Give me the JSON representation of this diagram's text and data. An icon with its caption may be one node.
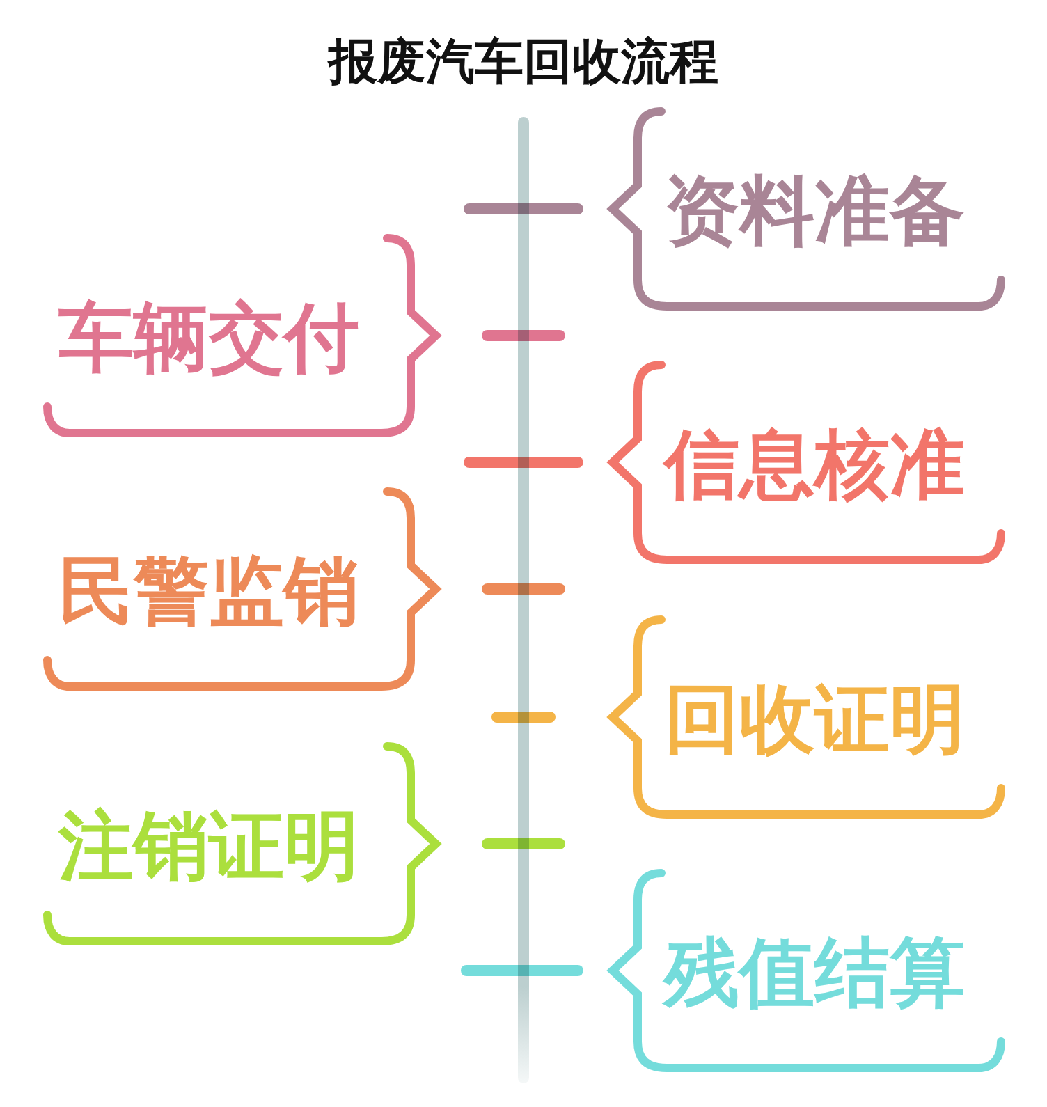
{
  "diagram": {
    "title": "报废汽车回收流程",
    "nodes": [
      {
        "text": [
          "资料准备"
        ]
      },
      {
        "text": [
          "车辆交付"
        ]
      },
      {
        "text": [
          "信息核准"
        ]
      },
      {
        "text": [
          "民警监销"
        ]
      },
      {
        "text": [
          "回收证明"
        ]
      },
      {
        "text": [
          "注销证明"
        ]
      },
      {
        "text": [
          "残值结算"
        ]
      }
    ]
  }
}
